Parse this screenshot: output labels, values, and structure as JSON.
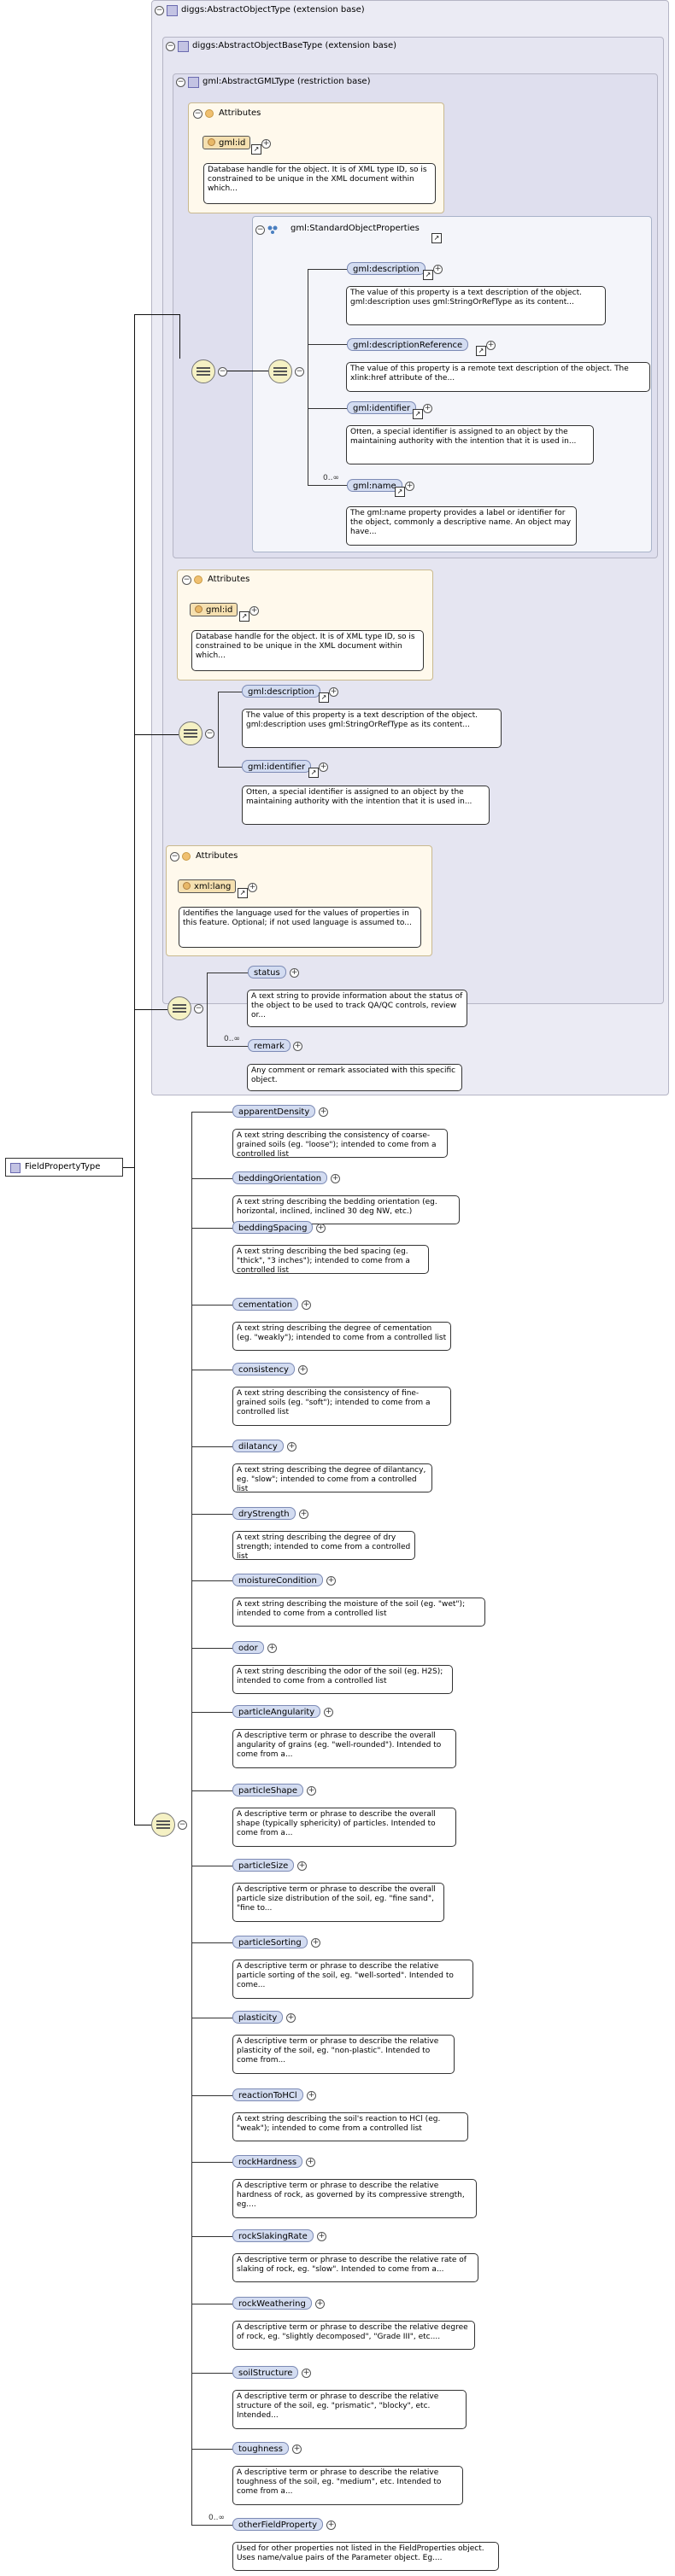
{
  "root": {
    "label": "FieldPropertyType"
  },
  "types": {
    "digg_object": "diggs:AbstractObjectType (extension base)",
    "digg_object_base": "diggs:AbstractObjectBaseType (extension base)",
    "gml_abstract": "gml:AbstractGMLType (restriction base)",
    "std_props": "gml:StandardObjectProperties"
  },
  "labels": {
    "attributes": "Attributes",
    "unbounded": "0..∞",
    "toggle_minus": "−",
    "toggle_plus": "+"
  },
  "gml_attr": {
    "name": "gml:id",
    "desc": "Database handle for the object. It is of XML type ID, so is constrained to be unique in the XML document within which..."
  },
  "std_items": [
    {
      "name": "gml:description",
      "desc": "The value of this property is a text description of the object. gml:description uses gml:StringOrRefType as its content..."
    },
    {
      "name": "gml:descriptionReference",
      "desc": "The value of this property is a remote text description of the object. The xlink:href attribute of the..."
    },
    {
      "name": "gml:identifier",
      "desc": "Often, a special identifier is assigned to an object by the maintaining authority with the intention that it is used in..."
    },
    {
      "name": "gml:name",
      "desc": "The gml:name property provides a label or identifier for the object, commonly a descriptive name. An object may have..."
    }
  ],
  "base_attr": {
    "name": "gml:id",
    "desc": "Database handle for the object. It is of XML type ID, so is constrained to be unique in the XML document within which..."
  },
  "base_items": [
    {
      "name": "gml:description",
      "desc": "The value of this property is a text description of the object. gml:description uses gml:StringOrRefType as its content..."
    },
    {
      "name": "gml:identifier",
      "desc": "Often, a special identifier is assigned to an object by the maintaining authority with the intention that it is used in..."
    }
  ],
  "lang_attr": {
    "name": "xml:lang",
    "desc": "Identifies the language used for the values of properties in this feature. Optional; if not used language is assumed to..."
  },
  "obj_items": [
    {
      "name": "status",
      "desc": "A text string to provide information about the status of the object to be used to track QA/QC controls, review or..."
    },
    {
      "name": "remark",
      "desc": "Any comment or remark associated with this specific object."
    }
  ],
  "props": [
    {
      "name": "apparentDensity",
      "desc": "A text string describing the consistency of coarse-grained soils (eg. \"loose\"); intended to come from a controlled list"
    },
    {
      "name": "beddingOrientation",
      "desc": "A text string describing the bedding orientation (eg. horizontal, inclined, inclined 30 deg NW, etc.)"
    },
    {
      "name": "beddingSpacing",
      "desc": "A text string describing the bed spacing (eg. \"thick\", \"3 inches\"); intended to come from a controlled list"
    },
    {
      "name": "cementation",
      "desc": "A text string describing the degree of cementation (eg. \"weakly\"); intended to come from a controlled list"
    },
    {
      "name": "consistency",
      "desc": "A text string describing the consistency of fine-grained soils (eg. \"soft\"); intended to come from a controlled list"
    },
    {
      "name": "dilatancy",
      "desc": "A text string describing the degree of dilantancy, eg. \"slow\"; intended to come from a controlled list"
    },
    {
      "name": "dryStrength",
      "desc": "A text string describing the degree of dry strength; intended to come from a controlled list"
    },
    {
      "name": "moistureCondition",
      "desc": "A text string describing the moisture of the soil (eg. \"wet\"); intended to come from a controlled list"
    },
    {
      "name": "odor",
      "desc": "A text string describing the odor of the soil (eg. H2S); intended to come from a controlled list"
    },
    {
      "name": "particleAngularity",
      "desc": "A descriptive term or phrase to describe the overall angularity of grains (eg. \"well-rounded\"). Intended to come from a..."
    },
    {
      "name": "particleShape",
      "desc": "A descriptive term or phrase to describe the overall shape (typically sphericity) of particles. Intended to come from a..."
    },
    {
      "name": "particleSize",
      "desc": "A descriptive term or phrase to describe the overall particle size distribution of the soil, eg. \"fine sand\", \"fine to..."
    },
    {
      "name": "particleSorting",
      "desc": "A descriptive term or phrase to describe the relative particle sorting of the soil, eg. \"well-sorted\". Intended to come..."
    },
    {
      "name": "plasticity",
      "desc": "A descriptive term or phrase to describe the relative plasticity of the soil, eg. \"non-plastic\". Intended to come from..."
    },
    {
      "name": "reactionToHCl",
      "desc": "A text string describing the soil's reaction to HCl (eg. \"weak\"); intended to come from a controlled list"
    },
    {
      "name": "rockHardness",
      "desc": "A descriptive term or phrase to describe the relative hardness of rock, as governed by its compressive strength, eg...."
    },
    {
      "name": "rockSlakingRate",
      "desc": "A descriptive term or phrase to describe the relative rate of slaking of rock, eg. \"slow\". Intended to come from a..."
    },
    {
      "name": "rockWeathering",
      "desc": "A descriptive term or phrase to describe the relative degree of rock, eg. \"slightly decomposed\", \"Grade III\", etc...."
    },
    {
      "name": "soilStructure",
      "desc": "A descriptive term or phrase to describe the relative structure of the soil, eg. \"prismatic\", \"blocky\", etc. Intended..."
    },
    {
      "name": "toughness",
      "desc": "A descriptive term or phrase to describe the relative toughness of the soil, eg. \"medium\", etc. Intended to come from a..."
    },
    {
      "name": "otherFieldProperty",
      "desc": "Used for other properties not listed in the FieldProperties object. Uses name/value pairs of the Parameter object. Eg...."
    }
  ]
}
